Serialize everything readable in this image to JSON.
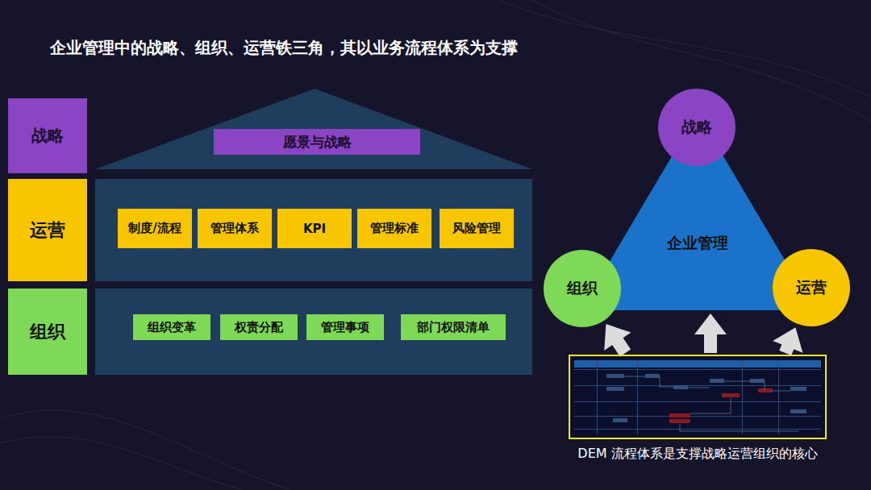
{
  "diagram": {
    "title": "企业管理中的战略、组织、运营铁三角，其以业务流程体系为支撑",
    "nodes": [
      {
        "text": [
          "战略"
        ]
      },
      {
        "text": [
          "运营"
        ]
      },
      {
        "text": [
          "组织"
        ]
      },
      {
        "text": [
          "愿景与战略"
        ]
      },
      {
        "text": [
          "制度/流程"
        ]
      },
      {
        "text": [
          "管理体系"
        ]
      },
      {
        "text": [
          "KPI"
        ]
      },
      {
        "text": [
          "管理标准"
        ]
      },
      {
        "text": [
          "风险管理"
        ]
      },
      {
        "text": [
          "组织变革"
        ]
      },
      {
        "text": [
          "权责分配"
        ]
      },
      {
        "text": [
          "管理事项"
        ]
      },
      {
        "text": [
          "部门权限清单"
        ]
      },
      {
        "text": [
          "企业管理"
        ]
      },
      {
        "text": [
          "战略"
        ]
      },
      {
        "text": [
          "组织"
        ]
      },
      {
        "text": [
          "运营"
        ]
      },
      {
        "text": [
          "DEM 流程体系是支撑战略运营组织的核心"
        ]
      }
    ],
    "edges": [
      {
        "from": 17,
        "to": 15,
        "arrow": "to"
      },
      {
        "from": 17,
        "to": 13,
        "arrow": "to"
      },
      {
        "from": 17,
        "to": 16,
        "arrow": "to"
      }
    ]
  }
}
